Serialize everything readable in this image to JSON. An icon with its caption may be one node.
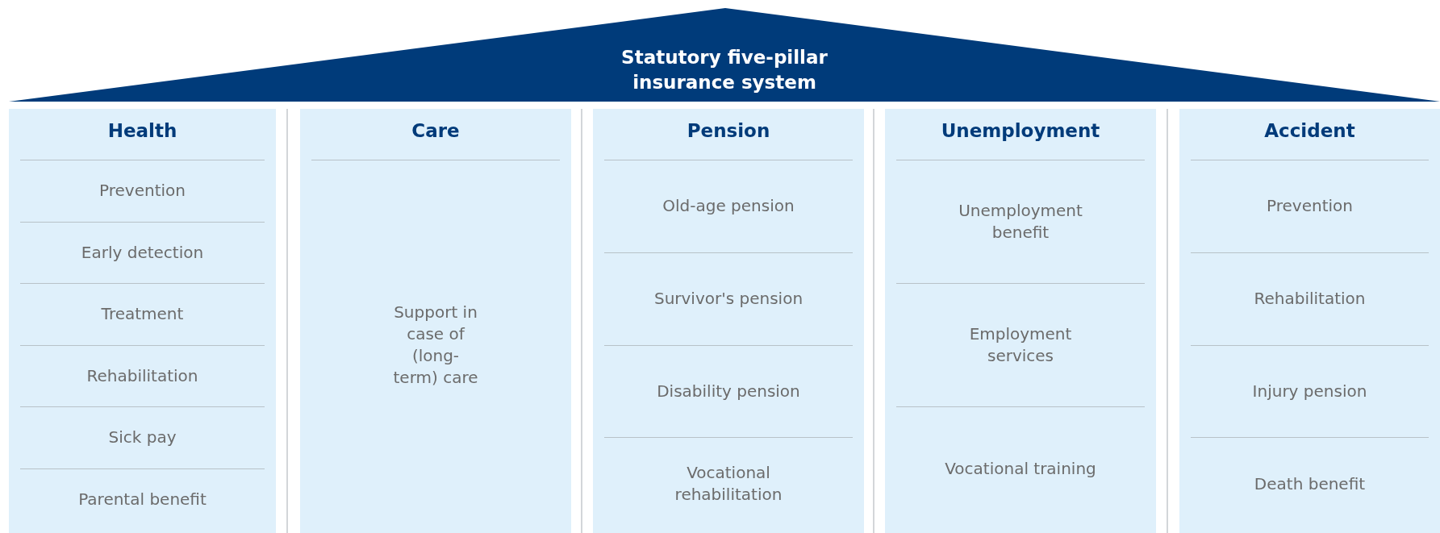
{
  "diagram": {
    "nodes": [
      {
        "text": [
          "Statutory five-pillar insurance system"
        ]
      },
      {
        "text": [
          "Health"
        ]
      },
      {
        "text": [
          "Prevention"
        ],
        "in": 1
      },
      {
        "text": [
          "Early detection"
        ],
        "in": 1
      },
      {
        "text": [
          "Treatment"
        ],
        "in": 1
      },
      {
        "text": [
          "Rehabilitation"
        ],
        "in": 1
      },
      {
        "text": [
          "Sick pay"
        ],
        "in": 1
      },
      {
        "text": [
          "Parental benefit"
        ],
        "in": 1
      },
      {
        "text": [
          "Care"
        ]
      },
      {
        "text": [
          "Support in case of (long-term) care"
        ],
        "in": 8
      },
      {
        "text": [
          "Pension"
        ]
      },
      {
        "text": [
          "Old-age pension"
        ],
        "in": 10
      },
      {
        "text": [
          "Survivor's pension"
        ],
        "in": 10
      },
      {
        "text": [
          "Disability pension"
        ],
        "in": 10
      },
      {
        "text": [
          "Vocational rehabilitation"
        ],
        "in": 10
      },
      {
        "text": [
          "Unemployment"
        ]
      },
      {
        "text": [
          "Unemployment benefit"
        ],
        "in": 15
      },
      {
        "text": [
          "Employment services"
        ],
        "in": 15
      },
      {
        "text": [
          "Vocational training"
        ],
        "in": 15
      },
      {
        "text": [
          "Accident"
        ]
      },
      {
        "text": [
          "Prevention"
        ],
        "in": 19
      },
      {
        "text": [
          "Rehabilitation"
        ],
        "in": 19
      },
      {
        "text": [
          "Injury pension"
        ],
        "in": 19
      },
      {
        "text": [
          "Death benefit"
        ],
        "in": 19
      }
    ]
  }
}
